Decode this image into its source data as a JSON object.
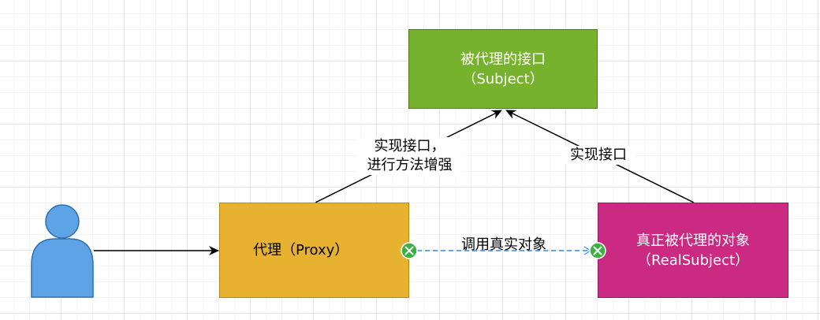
{
  "nodes": {
    "subject": {
      "line1": "被代理的接口",
      "line2": "（Subject）"
    },
    "proxy": {
      "label": "代理（Proxy）"
    },
    "real_subject": {
      "line1": "真正被代理的对象",
      "line2": "（RealSubject）"
    }
  },
  "edges": {
    "proxy_implements": {
      "line1": "实现接口，",
      "line2": "进行方法增强"
    },
    "real_implements": {
      "label": "实现接口"
    },
    "proxy_calls_real": {
      "label": "调用真实对象"
    }
  },
  "colors": {
    "subject_fill": "#77b22e",
    "proxy_fill": "#e6b230",
    "real_subject_fill": "#ca2a82",
    "actor_fill": "#5ea3e6",
    "connector_point": "#3cb043",
    "dashed_link": "#3a8ee6"
  },
  "icons": {
    "actor": "user-icon",
    "connection_point": "x-circle-icon"
  }
}
